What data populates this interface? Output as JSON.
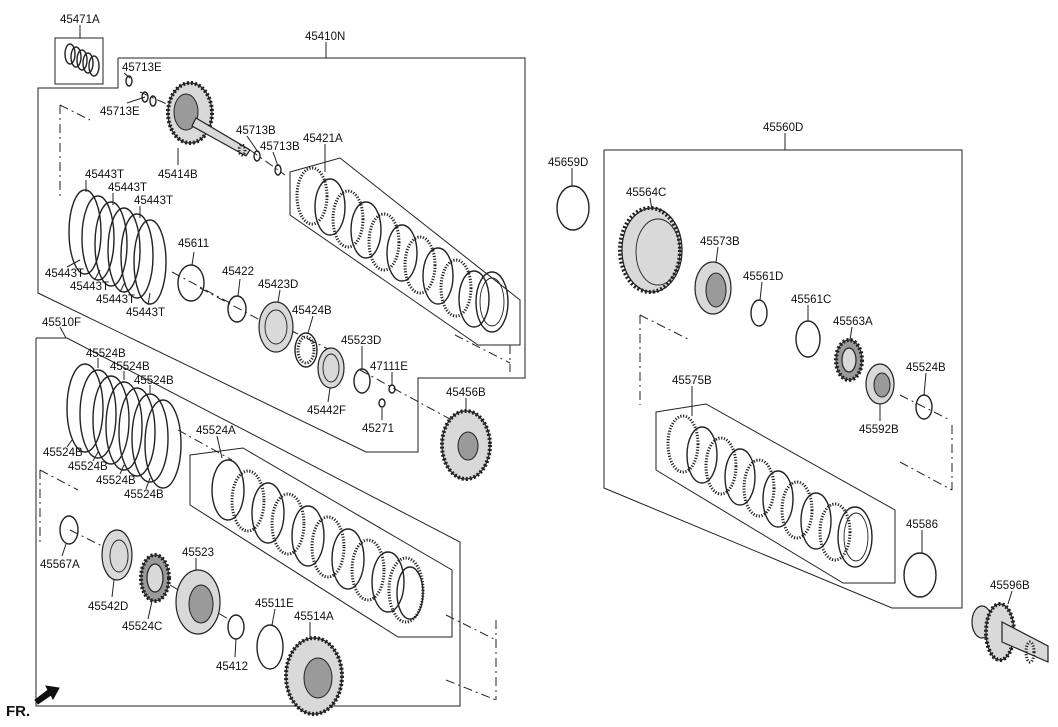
{
  "diagram": {
    "callouts": {
      "p45471A": "45471A",
      "p45410N": "45410N",
      "p45713E_a": "45713E",
      "p45713E_b": "45713E",
      "p45713B_a": "45713B",
      "p45713B_b": "45713B",
      "p45414B": "45414B",
      "p45421A": "45421A",
      "p45443T": "45443T",
      "p45611": "45611",
      "p45422": "45422",
      "p45423D": "45423D",
      "p45424B": "45424B",
      "p45523D": "45523D",
      "p47111E": "47111E",
      "p45442F": "45442F",
      "p45271": "45271",
      "p45456B": "45456B",
      "p45510F": "45510F",
      "p45524B": "45524B",
      "p45524A": "45524A",
      "p45567A": "45567A",
      "p45542D": "45542D",
      "p45523": "45523",
      "p45524C": "45524C",
      "p45511E": "45511E",
      "p45514A": "45514A",
      "p45412": "45412",
      "p45560D": "45560D",
      "p45659D": "45659D",
      "p45564C": "45564C",
      "p45573B": "45573B",
      "p45561D": "45561D",
      "p45561C": "45561C",
      "p45563A": "45563A",
      "p45575B": "45575B",
      "p45592B": "45592B",
      "p45586": "45586",
      "p45596B": "45596B"
    },
    "direction_mark": "FR."
  }
}
